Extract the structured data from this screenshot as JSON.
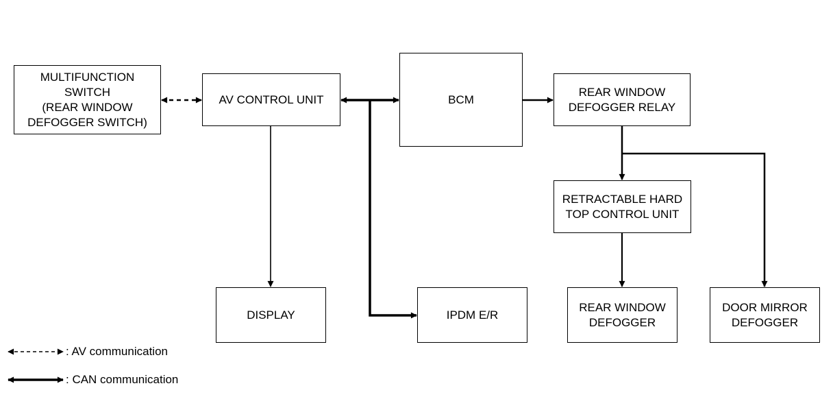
{
  "diagram": {
    "nodes": {
      "multifunction_switch": "MULTIFUNCTION\nSWITCH\n(REAR WINDOW\nDEFOGGER SWITCH)",
      "av_control_unit": "AV CONTROL UNIT",
      "bcm": "BCM",
      "rear_window_defogger_relay": "REAR WINDOW\nDEFOGGER RELAY",
      "retractable_hard_top_control_unit": "RETRACTABLE HARD\nTOP CONTROL UNIT",
      "display": "DISPLAY",
      "ipdm_er": "IPDM E/R",
      "rear_window_defogger": "REAR WINDOW\nDEFOGGER",
      "door_mirror_defogger": "DOOR MIRROR\nDEFOGGER"
    },
    "edges": [
      {
        "from": "multifunction_switch",
        "to": "av_control_unit",
        "type": "av",
        "direction": "both"
      },
      {
        "from": "av_control_unit",
        "to": "bcm",
        "type": "can",
        "direction": "both"
      },
      {
        "from": "av_control_unit",
        "to": "ipdm_er",
        "type": "can",
        "direction": "to"
      },
      {
        "from": "av_control_unit",
        "to": "display",
        "type": "signal",
        "direction": "to"
      },
      {
        "from": "bcm",
        "to": "rear_window_defogger_relay",
        "type": "power",
        "direction": "to"
      },
      {
        "from": "rear_window_defogger_relay",
        "to": "retractable_hard_top_control_unit",
        "type": "power",
        "direction": "to"
      },
      {
        "from": "rear_window_defogger_relay",
        "to": "door_mirror_defogger",
        "type": "power",
        "direction": "to"
      },
      {
        "from": "retractable_hard_top_control_unit",
        "to": "rear_window_defogger",
        "type": "power",
        "direction": "to"
      }
    ],
    "legend": {
      "av_communication": ": AV communication",
      "can_communication": ": CAN communication"
    }
  }
}
